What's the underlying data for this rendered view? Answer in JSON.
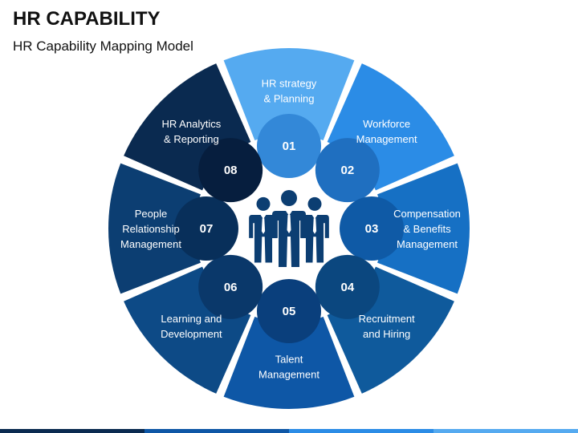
{
  "header": {
    "title": "HR CAPABILITY",
    "subtitle": "HR Capability Mapping Model"
  },
  "segments": [
    {
      "number": "01",
      "lines": [
        "HR strategy",
        "& Planning"
      ],
      "color": "#55AAF0",
      "circle": "#3388D8"
    },
    {
      "number": "02",
      "lines": [
        "Workforce",
        "Management"
      ],
      "color": "#2B8CE6",
      "circle": "#1F6FC0"
    },
    {
      "number": "03",
      "lines": [
        "Compensation",
        "& Benefits",
        "Management"
      ],
      "color": "#1670C4",
      "circle": "#0F5AA6"
    },
    {
      "number": "04",
      "lines": [
        "Recruitment",
        "and Hiring"
      ],
      "color": "#0F5A9C",
      "circle": "#0B477F"
    },
    {
      "number": "05",
      "lines": [
        "Talent",
        "Management"
      ],
      "color": "#0E57A6",
      "circle": "#0A3F7C"
    },
    {
      "number": "06",
      "lines": [
        "Learning and",
        "Development"
      ],
      "color": "#0D4A86",
      "circle": "#0A386A"
    },
    {
      "number": "07",
      "lines": [
        "People",
        "Relationship",
        "Management"
      ],
      "color": "#0C3E72",
      "circle": "#082F5A"
    },
    {
      "number": "08",
      "lines": [
        "HR Analytics",
        "& Reporting"
      ],
      "color": "#0A2A50",
      "circle": "#061E3E"
    }
  ],
  "center_icon": "business-people-icon",
  "colors": {
    "icon": "#0C3E72",
    "footer": [
      "#0A2A50",
      "#0E57A6",
      "#2B8CE6",
      "#55AAF0"
    ]
  }
}
